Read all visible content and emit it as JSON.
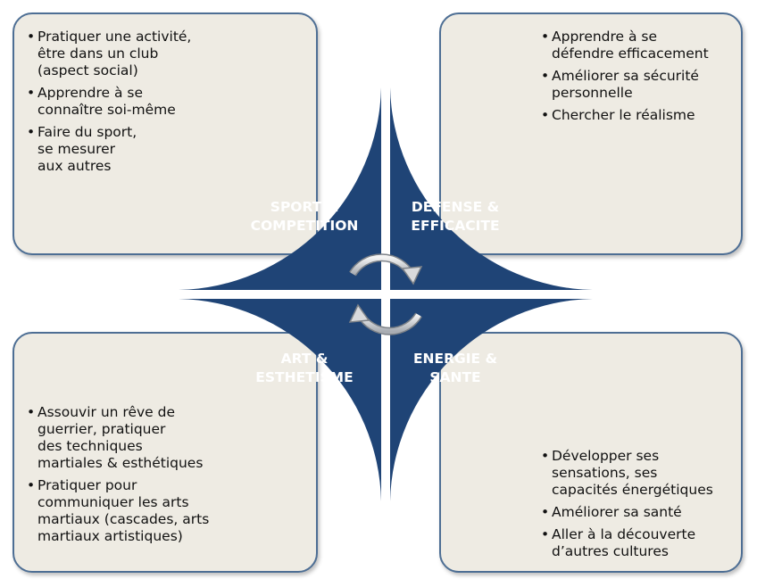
{
  "quadrants": {
    "top_left": {
      "label": "SPORT &\nCOMPETITION",
      "points": [
        "Pratiquer une activité,\nêtre dans un club\n(aspect social)",
        "Apprendre à se\nconnaître soi-même",
        "Faire du sport,\nse mesurer\naux autres"
      ]
    },
    "top_right": {
      "label": "DEFENSE &\nEFFICACITE",
      "points": [
        "Apprendre à se\ndéfendre efficacement",
        "Améliorer sa sécurité\npersonnelle",
        "Chercher le réalisme"
      ]
    },
    "bottom_left": {
      "label": "ART &\nESTHETISME",
      "points": [
        "Assouvir un rêve de\nguerrier, pratiquer\ndes techniques\nmartiales & esthétiques",
        "Pratiquer pour\ncommuniquer les arts\nmartiaux (cascades, arts\nmartiaux artistiques)"
      ]
    },
    "bottom_right": {
      "label": "ENERGIE &\nSANTE",
      "points": [
        "Développer ses\nsensations, ses\ncapacités énergétiques",
        "Améliorer sa santé",
        "Aller à la découverte\nd’autres cultures"
      ]
    }
  },
  "colors": {
    "quadrant_fill": "#1f4476",
    "box_fill": "#eeebe3",
    "box_border": "#4d6e94"
  },
  "icons": {
    "center": "cycle-arrows-icon"
  }
}
